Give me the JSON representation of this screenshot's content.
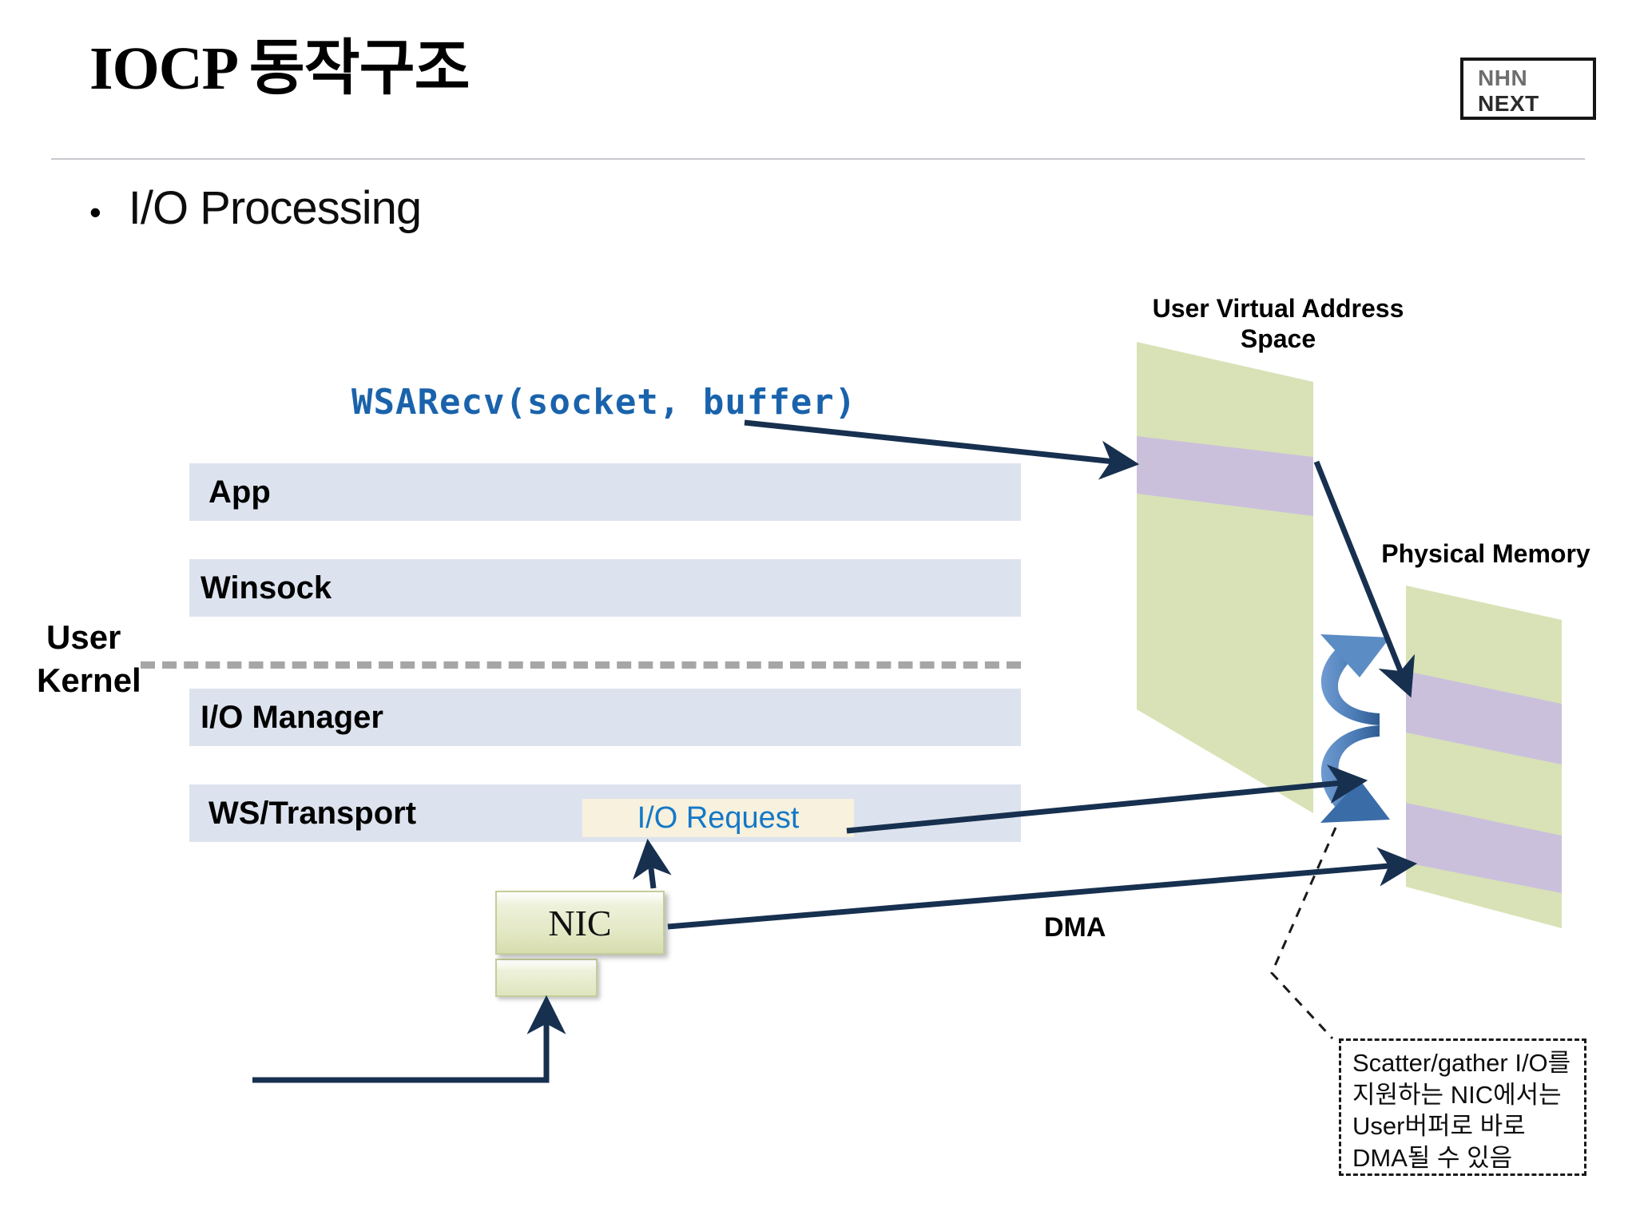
{
  "slide": {
    "title": "IOCP 동작구조",
    "bullet_marker": "•",
    "bullet_text": "I/O Processing"
  },
  "logo": {
    "line1": "NHN",
    "line2": "NEXT"
  },
  "diagram": {
    "code_call": "WSARecv(socket, buffer)",
    "layers": [
      {
        "label": "App"
      },
      {
        "label": "Winsock"
      },
      {
        "label": "I/O Manager"
      },
      {
        "label": "WS/Transport"
      }
    ],
    "boundary": {
      "upper_label": "User",
      "lower_label": "Kernel"
    },
    "io_request_label": "I/O Request",
    "nic_label": "NIC",
    "dma_label": "DMA",
    "user_virtual_address_space_title": "User Virtual Address Space",
    "physical_memory_title": "Physical Memory",
    "note": "Scatter/gather I/O를 지원하는 NIC에서는 User버퍼로 바로 DMA될 수 있음"
  },
  "colors": {
    "layer_box": "#dde3ee",
    "code_blue": "#1a63ac",
    "io_request_blue": "#1478c8",
    "io_request_bg": "#f7f1dd",
    "memory_green": "#d8e2b6",
    "memory_purple": "#cbc0dc",
    "arrow_navy": "#17304f",
    "curved_arrow_blue": "#4472a8",
    "nic_olive": "#e2e7c2",
    "divider_gray": "#a6a6a6"
  }
}
